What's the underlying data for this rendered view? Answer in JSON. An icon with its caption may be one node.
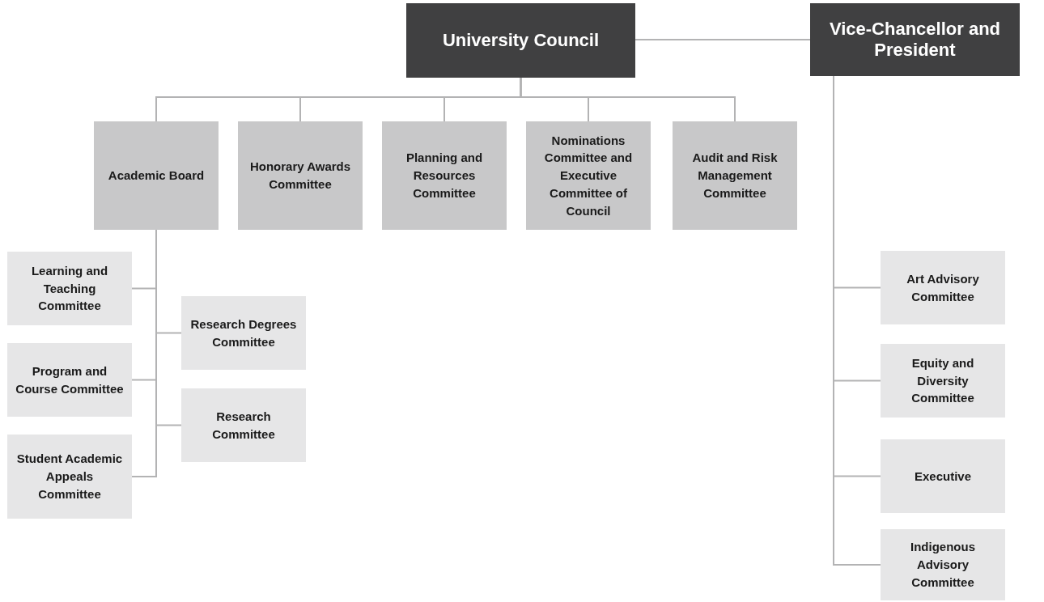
{
  "diagram": {
    "nodes": [
      {
        "text": [
          "University Council"
        ]
      },
      {
        "text": [
          "Vice-Chancellor and President"
        ]
      },
      {
        "text": [
          "Academic Board"
        ]
      },
      {
        "text": [
          "Honorary Awards Committee"
        ]
      },
      {
        "text": [
          "Planning and Resources Committee"
        ]
      },
      {
        "text": [
          "Nominations Committee and Executive Committee of Council"
        ]
      },
      {
        "text": [
          "Audit and Risk Management Committee"
        ]
      },
      {
        "text": [
          "Learning and Teaching Committee"
        ]
      },
      {
        "text": [
          "Research Degrees Committee"
        ]
      },
      {
        "text": [
          "Program and Course Committee"
        ]
      },
      {
        "text": [
          "Research Committee"
        ]
      },
      {
        "text": [
          "Student Academic Appeals Committee"
        ]
      },
      {
        "text": [
          "Art Advisory Committee"
        ]
      },
      {
        "text": [
          "Equity and Diversity Committee"
        ]
      },
      {
        "text": [
          "Executive"
        ]
      },
      {
        "text": [
          "Indigenous Advisory Committee"
        ]
      }
    ],
    "edges": [
      {
        "from": 0,
        "to": 1,
        "arrow": "none"
      },
      {
        "from": 0,
        "to": 2,
        "arrow": "none"
      },
      {
        "from": 0,
        "to": 3,
        "arrow": "none"
      },
      {
        "from": 0,
        "to": 4,
        "arrow": "none"
      },
      {
        "from": 0,
        "to": 5,
        "arrow": "none"
      },
      {
        "from": 0,
        "to": 6,
        "arrow": "none"
      },
      {
        "from": 2,
        "to": 7,
        "arrow": "none"
      },
      {
        "from": 2,
        "to": 8,
        "arrow": "none"
      },
      {
        "from": 2,
        "to": 9,
        "arrow": "none"
      },
      {
        "from": 2,
        "to": 10,
        "arrow": "none"
      },
      {
        "from": 2,
        "to": 11,
        "arrow": "none"
      },
      {
        "from": 1,
        "to": 12,
        "arrow": "none"
      },
      {
        "from": 1,
        "to": 13,
        "arrow": "none"
      },
      {
        "from": 1,
        "to": 14,
        "arrow": "none"
      },
      {
        "from": 1,
        "to": 15,
        "arrow": "none"
      }
    ]
  }
}
